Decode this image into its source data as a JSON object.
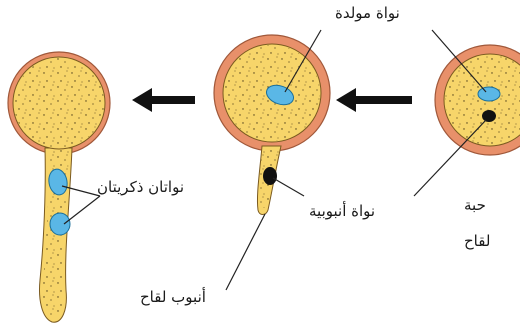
{
  "labels": {
    "generative_nucleus": "نواة مولدة",
    "sperm_nuclei": "نواتان ذكريتان",
    "tube_nucleus": "نواة أنبوبية",
    "pollen_tube": "أنبوب لقاح",
    "pollen_grain_line1": "حبة",
    "pollen_grain_line2": "لقاح"
  },
  "colors": {
    "grain_fill": "#f7d56a",
    "grain_rim": "#e8906a",
    "nucleus_blue": "#5ab7e6",
    "nucleus_dark": "#111111",
    "speckle": "#4a3a1a",
    "arrow": "#111111",
    "leader_line": "#222222"
  }
}
